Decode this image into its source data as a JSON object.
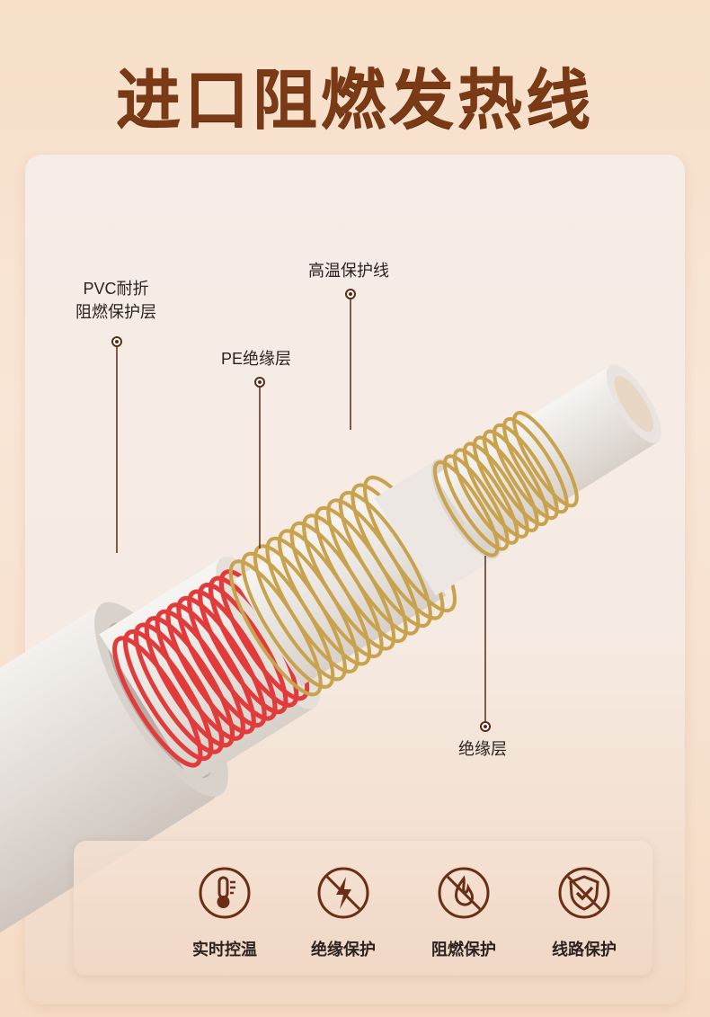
{
  "title": "进口阻燃发热线",
  "labels": {
    "pvc": [
      "PVC耐折",
      "阻燃保护层"
    ],
    "pe": "PE绝缘层",
    "high_temp": "高温保护线",
    "insulation": "绝缘层"
  },
  "features": [
    {
      "label": "实时控温",
      "icon": "thermometer-icon"
    },
    {
      "label": "绝缘保护",
      "icon": "lightning-shield-icon"
    },
    {
      "label": "阻燃保护",
      "icon": "flame-shield-icon"
    },
    {
      "label": "线路保护",
      "icon": "check-shield-icon"
    }
  ],
  "colors": {
    "title": "#7a3a15",
    "icon": "#6b2e14",
    "red_wire": "#e23b3b",
    "gold_wire": "#c9a24e"
  }
}
